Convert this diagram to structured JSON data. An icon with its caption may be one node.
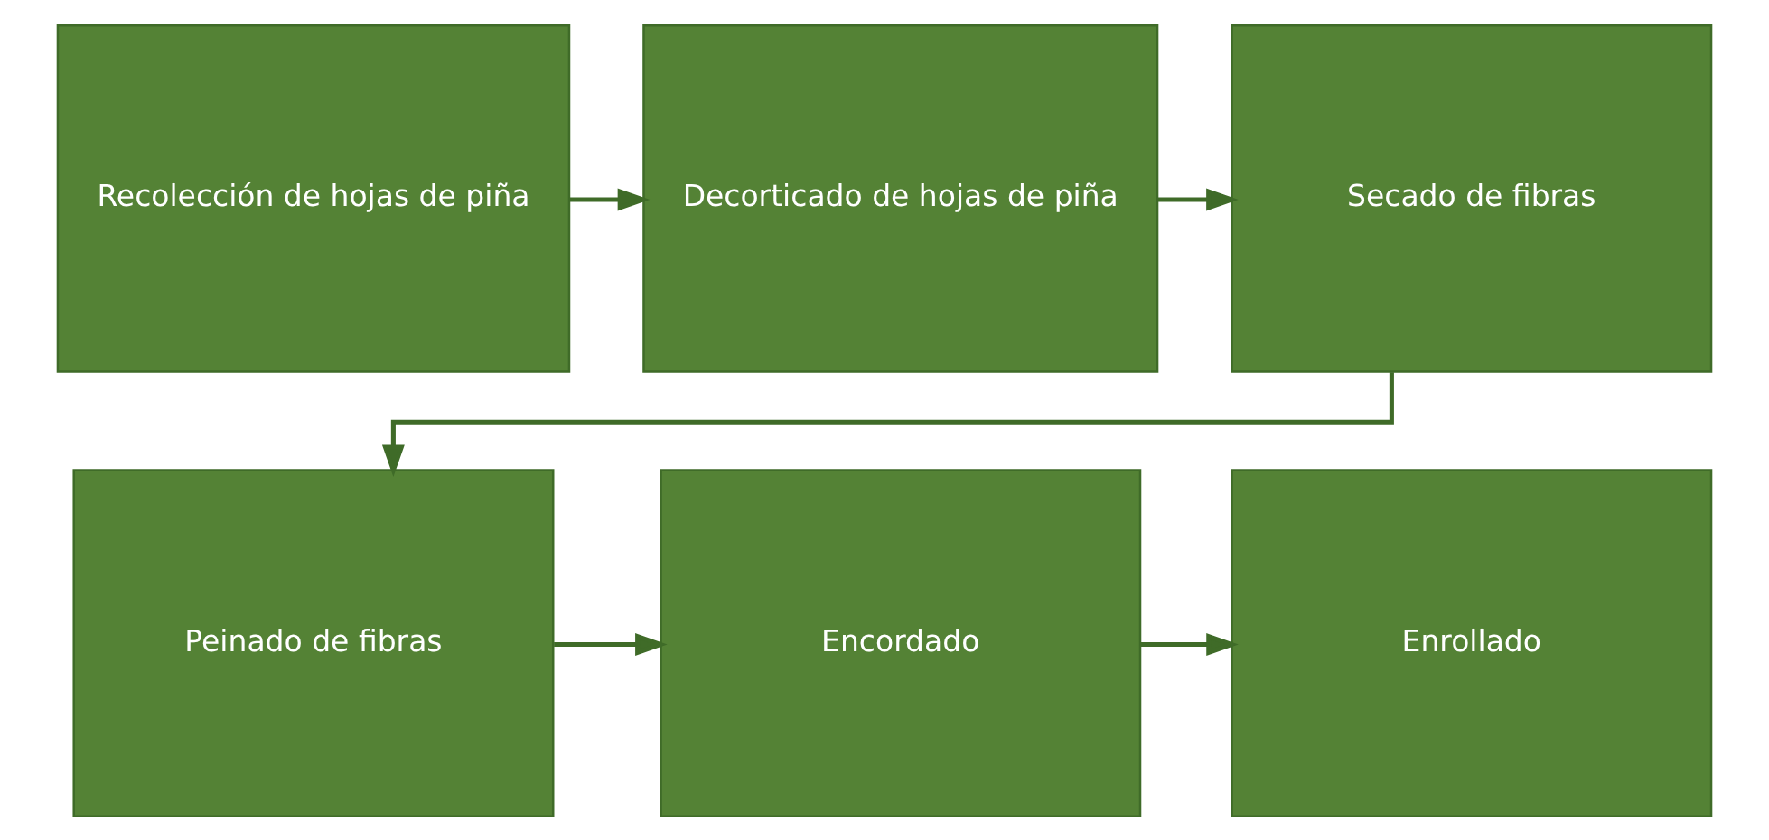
{
  "diagram": {
    "nodes": [
      {
        "text": [
          "Recolección de hojas de piña"
        ]
      },
      {
        "text": [
          "Decorticado de hojas de piña"
        ]
      },
      {
        "text": [
          "Secado de fibras"
        ]
      },
      {
        "text": [
          "Peinado de fibras"
        ]
      },
      {
        "text": [
          "Encordado"
        ]
      },
      {
        "text": [
          "Enrollado"
        ]
      }
    ],
    "edges": [
      {
        "from": 0,
        "to": 1,
        "arrow": "to"
      },
      {
        "from": 1,
        "to": 2,
        "arrow": "to"
      },
      {
        "from": 2,
        "to": 3,
        "arrow": "to"
      },
      {
        "from": 3,
        "to": 4,
        "arrow": "to"
      },
      {
        "from": 4,
        "to": 5,
        "arrow": "to"
      }
    ]
  }
}
